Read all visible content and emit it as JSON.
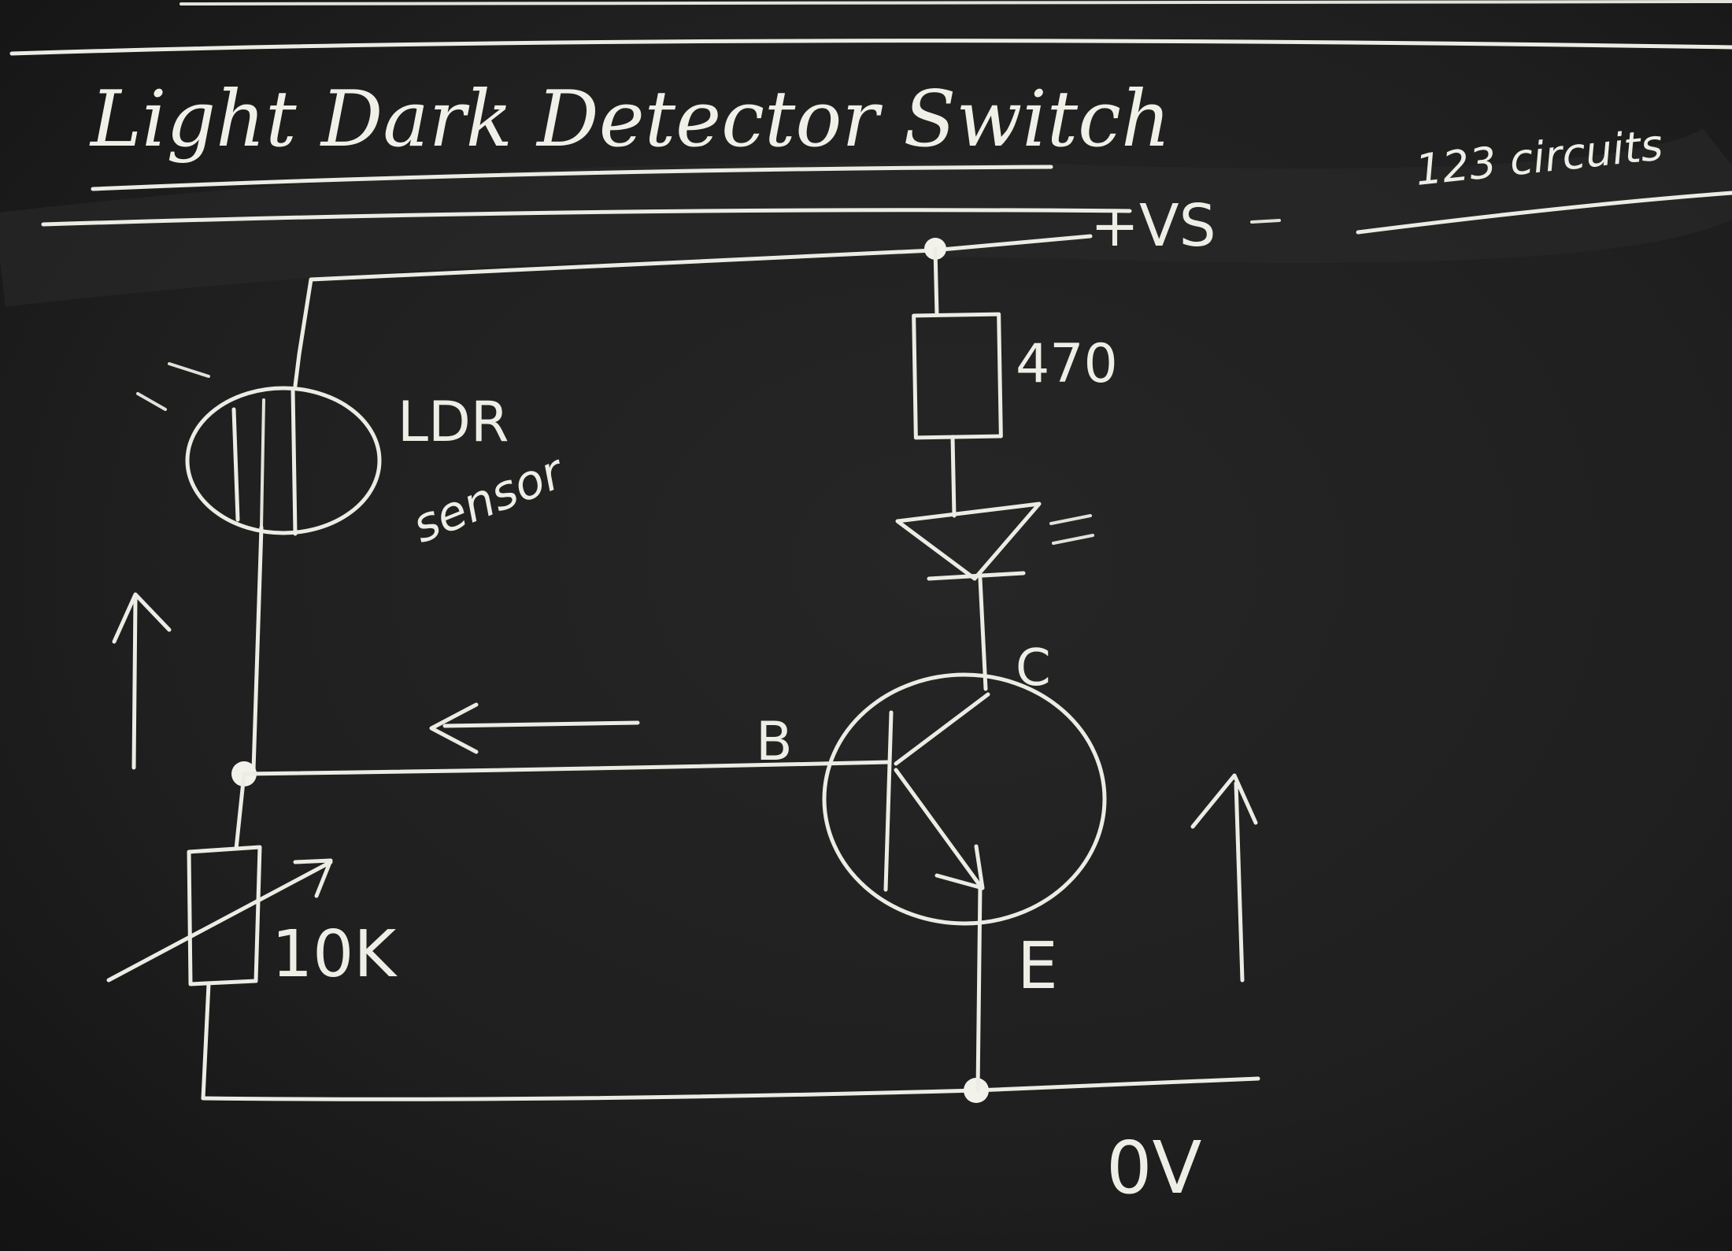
{
  "title": "Light Dark Detector Switch",
  "source_note": "123 circuits",
  "labels": {
    "supply_positive": "+VS",
    "supply_ground": "0V",
    "resistor_value": "470",
    "ldr_label": "LDR",
    "ldr_label_2": "sensor",
    "pot_value": "10K",
    "base": "B",
    "collector": "C",
    "emitter": "E"
  },
  "colors": {
    "board": "#1c1c1c",
    "chalk": "#ecece4"
  }
}
